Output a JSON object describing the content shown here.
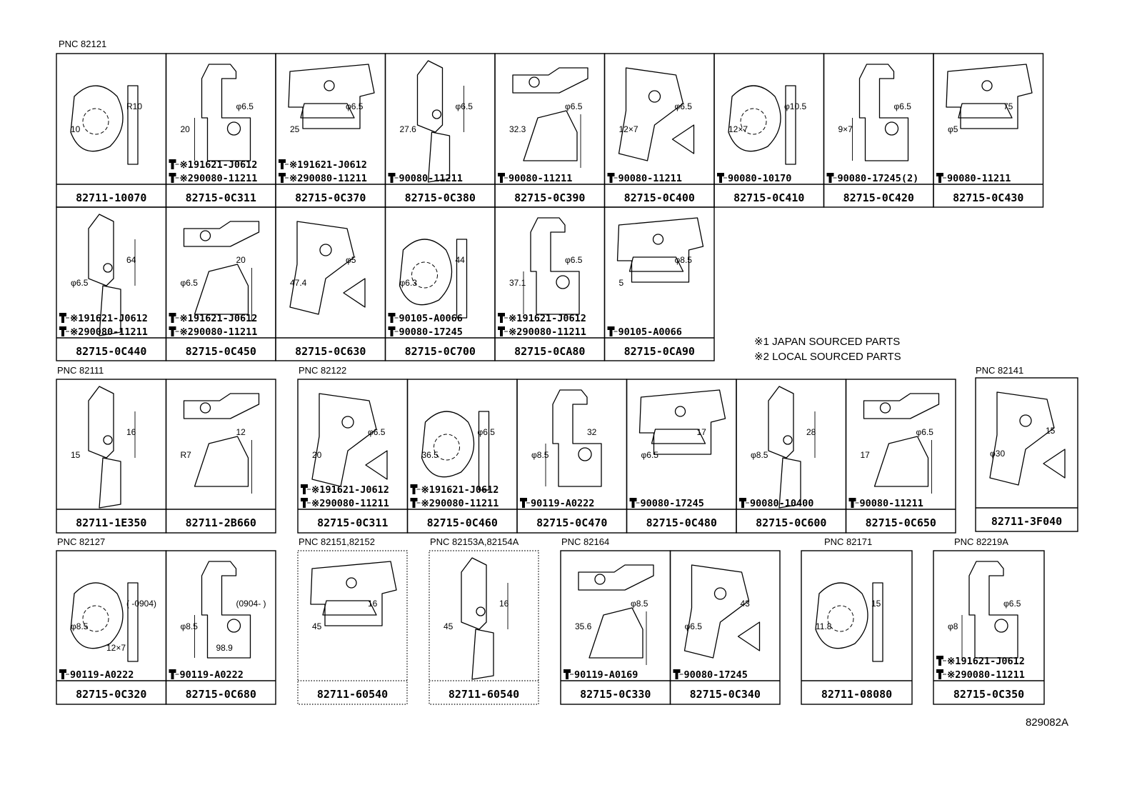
{
  "headings": {
    "g1": "PNC 82121",
    "g2": "PNC 82111",
    "g3": "PNC 82122",
    "g4": "PNC 82141",
    "g5": "PNC 82127",
    "g6": "PNC 82151,82152",
    "g7": "PNC 82153A,82154A",
    "g8": "PNC 82164",
    "g9": "PNC 82171",
    "g10": "PNC 82219A"
  },
  "notes": {
    "n1": "※1 JAPAN SOURCED PARTS",
    "n2": "※2 LOCAL SOURCED PARTS"
  },
  "figure_id": "829082A",
  "parts": [
    {
      "num": "82711-10070",
      "dims": [
        "R10",
        "10"
      ],
      "fasteners": []
    },
    {
      "num": "82715-0C311",
      "dims": [
        "φ6.5",
        "20"
      ],
      "fasteners": [
        "※191621-J0612",
        "※290080-11211"
      ]
    },
    {
      "num": "82715-0C370",
      "dims": [
        "φ6.5",
        "25"
      ],
      "fasteners": [
        "※191621-J0612",
        "※290080-11211"
      ]
    },
    {
      "num": "82715-0C380",
      "dims": [
        "φ6.5",
        "27.6"
      ],
      "fasteners": [
        "90080-11211"
      ]
    },
    {
      "num": "82715-0C390",
      "dims": [
        "φ6.5",
        "32.3"
      ],
      "fasteners": [
        "90080-11211"
      ]
    },
    {
      "num": "82715-0C400",
      "dims": [
        "φ6.5",
        "12×7"
      ],
      "fasteners": [
        "90080-11211"
      ]
    },
    {
      "num": "82715-0C410",
      "dims": [
        "φ10.5",
        "12×7"
      ],
      "fasteners": [
        "90080-10170"
      ]
    },
    {
      "num": "82715-0C420",
      "dims": [
        "φ6.5",
        "9×7"
      ],
      "fasteners": [
        "90080-17245(2)"
      ]
    },
    {
      "num": "82715-0C430",
      "dims": [
        "75",
        "φ5"
      ],
      "fasteners": [
        "90080-11211"
      ]
    },
    {
      "num": "82715-0C440",
      "dims": [
        "64",
        "φ6.5"
      ],
      "fasteners": [
        "※191621-J0612",
        "※290080-11211"
      ]
    },
    {
      "num": "82715-0C450",
      "dims": [
        "20",
        "φ6.5"
      ],
      "fasteners": [
        "※191621-J0612",
        "※290080-11211"
      ]
    },
    {
      "num": "82715-0C630",
      "dims": [
        "φ5",
        "47.4"
      ],
      "fasteners": []
    },
    {
      "num": "82715-0C700",
      "dims": [
        "44",
        "φ6.3"
      ],
      "fasteners": [
        "90105-A0066",
        "90080-17245"
      ]
    },
    {
      "num": "82715-0CA80",
      "dims": [
        "φ6.5",
        "37.1"
      ],
      "fasteners": [
        "※191621-J0612",
        "※290080-11211"
      ]
    },
    {
      "num": "82715-0CA90",
      "dims": [
        "φ8.5",
        "5"
      ],
      "fasteners": [
        "90105-A0066"
      ]
    },
    {
      "num": "82711-1E350",
      "dims": [
        "16",
        "15"
      ],
      "fasteners": []
    },
    {
      "num": "82711-2B660",
      "dims": [
        "12",
        "R7"
      ],
      "fasteners": []
    },
    {
      "num": "82715-0C311",
      "dims": [
        "φ6.5",
        "20"
      ],
      "fasteners": [
        "※191621-J0612",
        "※290080-11211"
      ]
    },
    {
      "num": "82715-0C460",
      "dims": [
        "φ6.5",
        "36.5"
      ],
      "fasteners": [
        "※191621-J0612",
        "※290080-11211"
      ]
    },
    {
      "num": "82715-0C470",
      "dims": [
        "32",
        "φ8.5"
      ],
      "fasteners": [
        "90119-A0222"
      ]
    },
    {
      "num": "82715-0C480",
      "dims": [
        "17",
        "φ6.5"
      ],
      "fasteners": [
        "90080-17245"
      ]
    },
    {
      "num": "82715-0C600",
      "dims": [
        "28",
        "φ8.5"
      ],
      "fasteners": [
        "90080-10400"
      ]
    },
    {
      "num": "82715-0C650",
      "dims": [
        "φ6.5",
        "17"
      ],
      "fasteners": [
        "90080-11211"
      ]
    },
    {
      "num": "82711-3F040",
      "dims": [
        "15",
        "φ30"
      ],
      "fasteners": []
    },
    {
      "num": "82715-0C320",
      "dims": [
        "( -0904)",
        "φ8.5",
        "12×7"
      ],
      "fasteners": [
        "90119-A0222"
      ]
    },
    {
      "num": "82715-0C680",
      "dims": [
        "(0904- )",
        "φ8.5",
        "98.9"
      ],
      "fasteners": [
        "90119-A0222"
      ]
    },
    {
      "num": "82711-60540",
      "dims": [
        "16",
        "45"
      ],
      "fasteners": []
    },
    {
      "num": "82711-60540",
      "dims": [
        "16",
        "45"
      ],
      "fasteners": []
    },
    {
      "num": "82715-0C330",
      "dims": [
        "φ8.5",
        "35.6"
      ],
      "fasteners": [
        "90119-A0169"
      ]
    },
    {
      "num": "82715-0C340",
      "dims": [
        "43",
        "φ6.5"
      ],
      "fasteners": [
        "90080-17245"
      ]
    },
    {
      "num": "82711-08080",
      "dims": [
        "15",
        "11.8"
      ],
      "fasteners": []
    },
    {
      "num": "82715-0C350",
      "dims": [
        "φ6.5",
        "φ8"
      ],
      "fasteners": [
        "※191621-J0612",
        "※290080-11211"
      ]
    }
  ]
}
